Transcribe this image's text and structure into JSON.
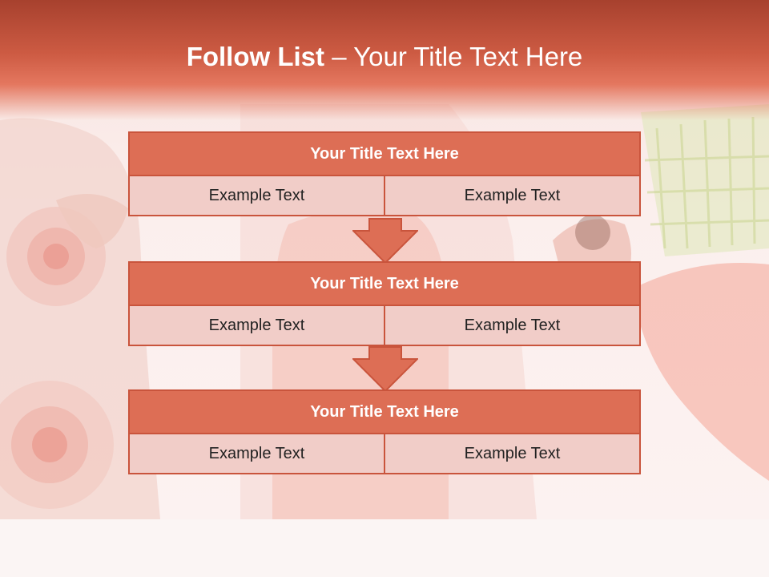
{
  "slide": {
    "title_bold": "Follow List",
    "title_rest": " – Your Title Text Here"
  },
  "blocks": [
    {
      "title": "Your Title Text Here",
      "cells": [
        "Example Text",
        "Example Text"
      ]
    },
    {
      "title": "Your Title Text Here",
      "cells": [
        "Example Text",
        "Example Text"
      ]
    },
    {
      "title": "Your Title Text Here",
      "cells": [
        "Example Text",
        "Example Text"
      ]
    }
  ],
  "colors": {
    "accent": "#dd6e55",
    "border": "#c9543c",
    "cell_fill": "#f1cdc8",
    "title_bar": "#cd5b43"
  }
}
